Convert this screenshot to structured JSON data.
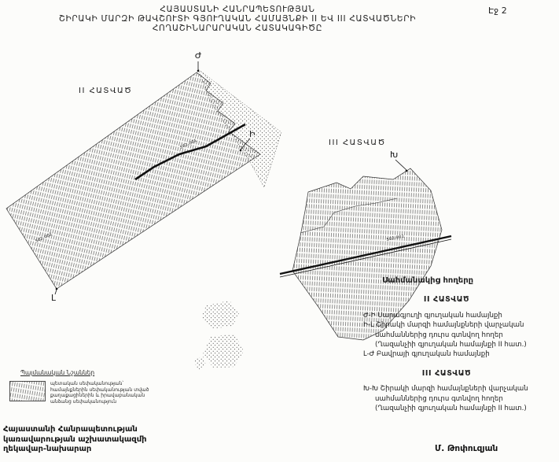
{
  "page": {
    "number": "Էջ 2"
  },
  "title": {
    "line1": "ՀԱՅԱՍՏԱՆԻ ՀԱՆՐԱՊԵՏՈՒԹՅԱՆ",
    "line2": "ՇԻՐԱԿԻ ՄԱՐԶԻ ԹԱՎՇՈՒՏԻ ԳՅՈՒՂԱԿԱՆ ՀԱՄԱՅՆՔԻ II ԵՎ III ՀԱՏՎԱԾՆԵՐԻ",
    "line3": "ՀՈՂԱՇԻՆԱՐԱՐԱԿԱՆ ՀԱՏԱԿԱԳԻԾԸ"
  },
  "map": {
    "section2_label": "II ՀԱՏՎԱԾ",
    "section3_label": "III ՀԱՏՎԱԾ",
    "point_zh": "Ժ",
    "point_i": "Ի",
    "point_kh": "Խ",
    "point_l": "Լ",
    "parcel_code_left": "502-001",
    "parcel_code_left_small": "502-002",
    "parcel_code_right": "502-001"
  },
  "right_panel": {
    "heading": "Սահմանակից հողերը",
    "section2_title": "II ՀԱՏՎԱԾ",
    "section2_lines": [
      "Ժ-Ի Սարագյուղի գյուղական համայնքի",
      "Ի-Լ Շիրակի մարզի համայնքների վարչական",
      "սահմաններից դուրս գտնվող հողեր",
      "(Ղազանչիի գյուղական համայնքի II հատ.)",
      "Լ-Ժ Բավրայի գյուղական համայնքի"
    ],
    "section3_title": "III ՀԱՏՎԱԾ",
    "section3_lines": [
      "Խ-Խ Շիրակի մարզի համայնքների վարչական",
      "սահմաններից դուրս գտնվող հողեր",
      "(Ղազանչիի գյուղական համայնքի II հատ.)"
    ]
  },
  "legend": {
    "title": "Պայմանական Նշաններ",
    "lines": [
      "պետական սեփականության՝",
      "համայնքներին սեփականության տված",
      "քաղաքացիներին և իրավաբանական",
      "անձանց սեփականություն"
    ]
  },
  "footer": {
    "org_line1": "Հայաստանի Հանրապետության",
    "org_line2": "կառավարության աշխատակազմի",
    "org_line3": "ղեկավար-նախարար",
    "signature": "Մ. Թոփուզյան"
  }
}
